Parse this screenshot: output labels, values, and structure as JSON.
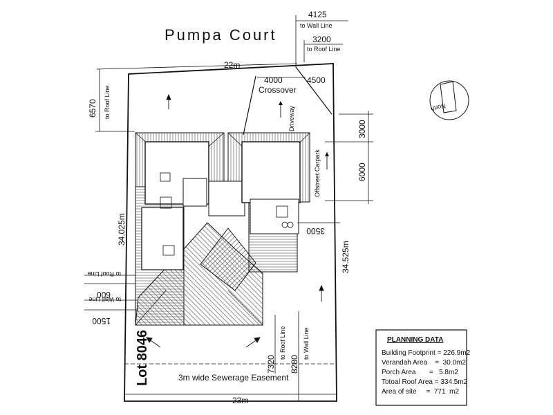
{
  "street": "Pumpa Court",
  "lot": "Lot 8046",
  "north": "North",
  "easement": "3m wide Sewerage Easement",
  "labels": {
    "crossover": "Crossover",
    "driveway": "Driveway",
    "carpark": "Offstreet Carpark"
  },
  "dimensions": {
    "top_width": "22m",
    "bottom_width": "23m",
    "left_depth": "34.025m",
    "right_depth": "34.525m",
    "wall_line_top": "4125",
    "to_wall_line": "to Wall Line",
    "roof_line_top": "3200",
    "to_roof_line": "to Roof Line",
    "crossover_left": "4000",
    "crossover_right": "4500",
    "front_roof": "6570",
    "carpark_3000": "3000",
    "carpark_6000": "6000",
    "side_3500": "3500",
    "left_roof": "600",
    "left_wall": "1500",
    "rear_roof": "7320",
    "rear_wall": "8280"
  },
  "planning": {
    "title": "PLANNING DATA",
    "rows": [
      "Building Footprint = 226.9m2",
      "Verandah Area    =  30.0m2",
      "Porch Area       =   5.8m2",
      "Totoal Roof Area = 334.5m2",
      "Area of site     =  771  m2"
    ]
  }
}
